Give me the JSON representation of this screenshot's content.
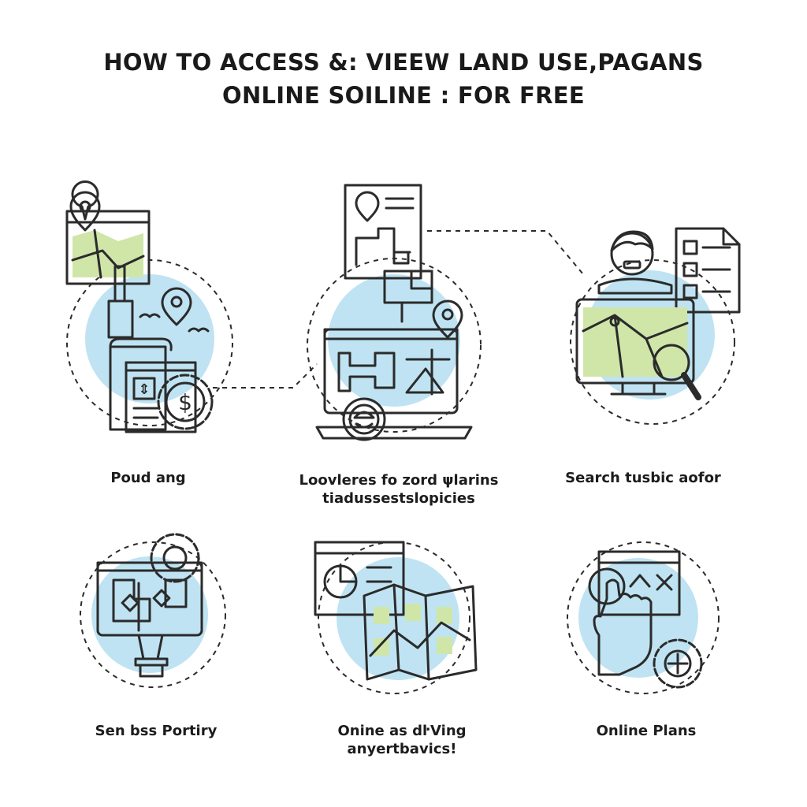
{
  "title": {
    "line1": "HOW TO ACCESS &: VIEEW LAND USE,PAGANS",
    "line2": "ONLINE SOILINE : FOR FREE"
  },
  "steps": [
    {
      "label": "Poud ang"
    },
    {
      "label_line1": "Loovleres fo zord ψlarins",
      "label_line2": "tiadussestslopicies"
    },
    {
      "label": "Search tusbic aofor"
    },
    {
      "label": "Sen bss Portiry"
    },
    {
      "label_line1": "Onine as dŀVing",
      "label_line2": "anyertbavics!"
    },
    {
      "label": "Online Plans"
    }
  ],
  "icons": {
    "dollar_symbol": "$",
    "doc_symbol": "⇕"
  },
  "colors": {
    "outline": "#2b2b2b",
    "light_blue": "#bfe3f2",
    "green": "#cfe6a8",
    "orange": "#e8835a",
    "yellow": "#f2c94c",
    "blue": "#5aa9d6"
  }
}
